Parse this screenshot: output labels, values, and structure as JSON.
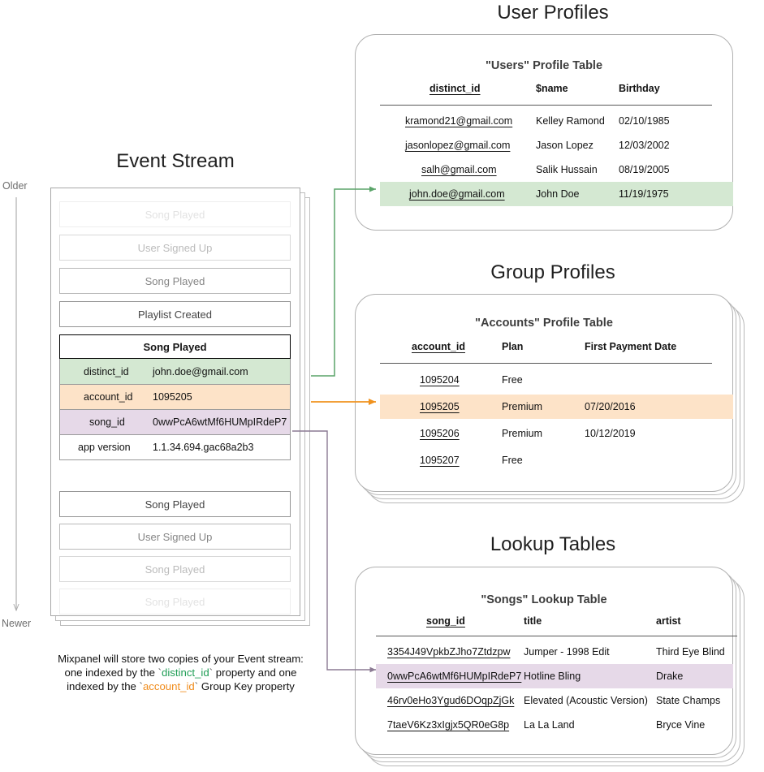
{
  "sections": {
    "event_stream_title": "Event Stream",
    "user_profiles_title": "User Profiles",
    "group_profiles_title": "Group Profiles",
    "lookup_tables_title": "Lookup Tables"
  },
  "axis": {
    "older": "Older",
    "newer": "Newer"
  },
  "event_stream": {
    "cards_above": [
      {
        "label": "Song Played",
        "fade": "f4"
      },
      {
        "label": "User Signed Up",
        "fade": "f3"
      },
      {
        "label": "Song Played",
        "fade": "f2"
      },
      {
        "label": "Playlist Created",
        "fade": "f1"
      }
    ],
    "expanded_event": {
      "name": "Song Played",
      "properties": [
        {
          "key": "distinct_id",
          "value": "john.doe@gmail.com",
          "highlight": "green"
        },
        {
          "key": "account_id",
          "value": "1095205",
          "highlight": "orange"
        },
        {
          "key": "song_id",
          "value": "0wwPcA6wtMf6HUMpIRdeP7",
          "highlight": "purple"
        },
        {
          "key": "app version",
          "value": "1.1.34.694.gac68a2b3",
          "highlight": "none"
        }
      ]
    },
    "cards_below": [
      {
        "label": "Song Played",
        "fade": "f1"
      },
      {
        "label": "User Signed Up",
        "fade": "f2"
      },
      {
        "label": "Song Played",
        "fade": "f3"
      },
      {
        "label": "Song Played",
        "fade": "f4"
      }
    ]
  },
  "caption": {
    "line1": "Mixpanel will store two copies of your Event stream:",
    "line2_a": "one indexed by the ",
    "line2_tick1": "`",
    "line2_token": "distinct_id",
    "line2_tick2": "`",
    "line2_b": " property and one",
    "line3_a": "indexed by the ",
    "line3_tick1": "`",
    "line3_token": "account_id",
    "line3_tick2": "`",
    "line3_b": " Group Key property"
  },
  "users_table": {
    "title": "\"Users\" Profile Table",
    "columns": [
      "distinct_id",
      "$name",
      "Birthday"
    ],
    "rows": [
      {
        "cells": [
          "kramond21@gmail.com",
          "Kelley Ramond",
          "02/10/1985"
        ],
        "highlight": "none"
      },
      {
        "cells": [
          "jasonlopez@gmail.com",
          "Jason Lopez",
          "12/03/2002"
        ],
        "highlight": "none"
      },
      {
        "cells": [
          "salh@gmail.com",
          "Salik Hussain",
          "08/19/2005"
        ],
        "highlight": "none"
      },
      {
        "cells": [
          "john.doe@gmail.com",
          "John Doe",
          "11/19/1975"
        ],
        "highlight": "green"
      }
    ]
  },
  "accounts_table": {
    "title": "\"Accounts\" Profile Table",
    "columns": [
      "account_id",
      "Plan",
      "First Payment Date"
    ],
    "rows": [
      {
        "cells": [
          "1095204",
          "Free",
          ""
        ],
        "highlight": "none"
      },
      {
        "cells": [
          "1095205",
          "Premium",
          "07/20/2016"
        ],
        "highlight": "orange"
      },
      {
        "cells": [
          "1095206",
          "Premium",
          "10/12/2019"
        ],
        "highlight": "none"
      },
      {
        "cells": [
          "1095207",
          "Free",
          ""
        ],
        "highlight": "none"
      }
    ]
  },
  "songs_table": {
    "title": "\"Songs\" Lookup Table",
    "columns": [
      "song_id",
      "title",
      "artist"
    ],
    "rows": [
      {
        "cells": [
          "3354J49VpkbZJho7Ztdzpw",
          "Jumper - 1998 Edit",
          "Third Eye Blind"
        ],
        "highlight": "none"
      },
      {
        "cells": [
          "0wwPcA6wtMf6HUMpIRdeP7",
          "Hotline Bling",
          "Drake"
        ],
        "highlight": "purple"
      },
      {
        "cells": [
          "46rv0eHo3Ygud6DOqpZjGk",
          "Elevated (Acoustic Version)",
          "State Champs"
        ],
        "highlight": "none"
      },
      {
        "cells": [
          "7taeV6Kz3xIgjx5QR0eG8p",
          "La La Land",
          "Bryce Vine"
        ],
        "highlight": "none"
      }
    ]
  },
  "colors": {
    "green_row": "#d4e8d2",
    "orange_row": "#fde3c8",
    "purple_row": "#e6d9e8",
    "green_arrow": "#5aa469",
    "orange_arrow": "#f0921e",
    "purple_arrow": "#8b7a93",
    "axis_gray": "#aaaaaa",
    "panel_border": "#b0b0b0"
  }
}
